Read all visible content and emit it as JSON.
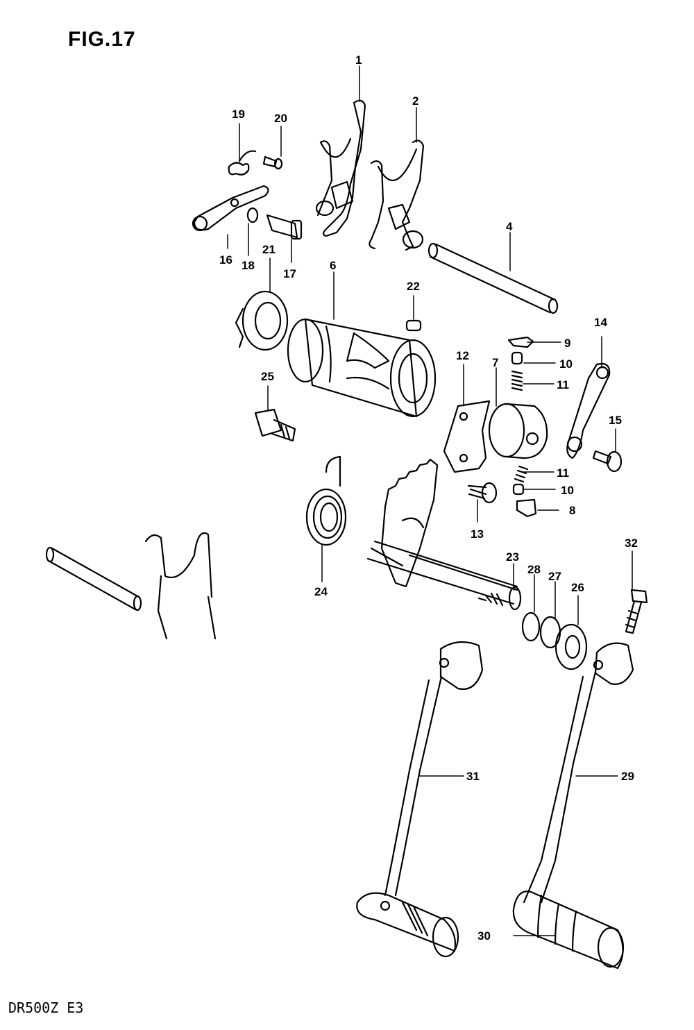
{
  "figure": {
    "title": "FIG.17",
    "model": "DR500Z E3"
  },
  "callouts": [
    {
      "id": "c1",
      "label": "1"
    },
    {
      "id": "c2",
      "label": "2"
    },
    {
      "id": "c4",
      "label": "4"
    },
    {
      "id": "c6",
      "label": "6"
    },
    {
      "id": "c7",
      "label": "7"
    },
    {
      "id": "c8",
      "label": "8"
    },
    {
      "id": "c9",
      "label": "9"
    },
    {
      "id": "c10a",
      "label": "10"
    },
    {
      "id": "c10b",
      "label": "10"
    },
    {
      "id": "c11a",
      "label": "11"
    },
    {
      "id": "c11b",
      "label": "11"
    },
    {
      "id": "c12",
      "label": "12"
    },
    {
      "id": "c13",
      "label": "13"
    },
    {
      "id": "c14",
      "label": "14"
    },
    {
      "id": "c15",
      "label": "15"
    },
    {
      "id": "c16",
      "label": "16"
    },
    {
      "id": "c17",
      "label": "17"
    },
    {
      "id": "c18",
      "label": "18"
    },
    {
      "id": "c19",
      "label": "19"
    },
    {
      "id": "c20",
      "label": "20"
    },
    {
      "id": "c21",
      "label": "21"
    },
    {
      "id": "c22",
      "label": "22"
    },
    {
      "id": "c23",
      "label": "23"
    },
    {
      "id": "c24",
      "label": "24"
    },
    {
      "id": "c25",
      "label": "25"
    },
    {
      "id": "c26",
      "label": "26"
    },
    {
      "id": "c27",
      "label": "27"
    },
    {
      "id": "c28",
      "label": "28"
    },
    {
      "id": "c29",
      "label": "29"
    },
    {
      "id": "c30",
      "label": "30"
    },
    {
      "id": "c31",
      "label": "31"
    },
    {
      "id": "c32",
      "label": "32"
    }
  ]
}
